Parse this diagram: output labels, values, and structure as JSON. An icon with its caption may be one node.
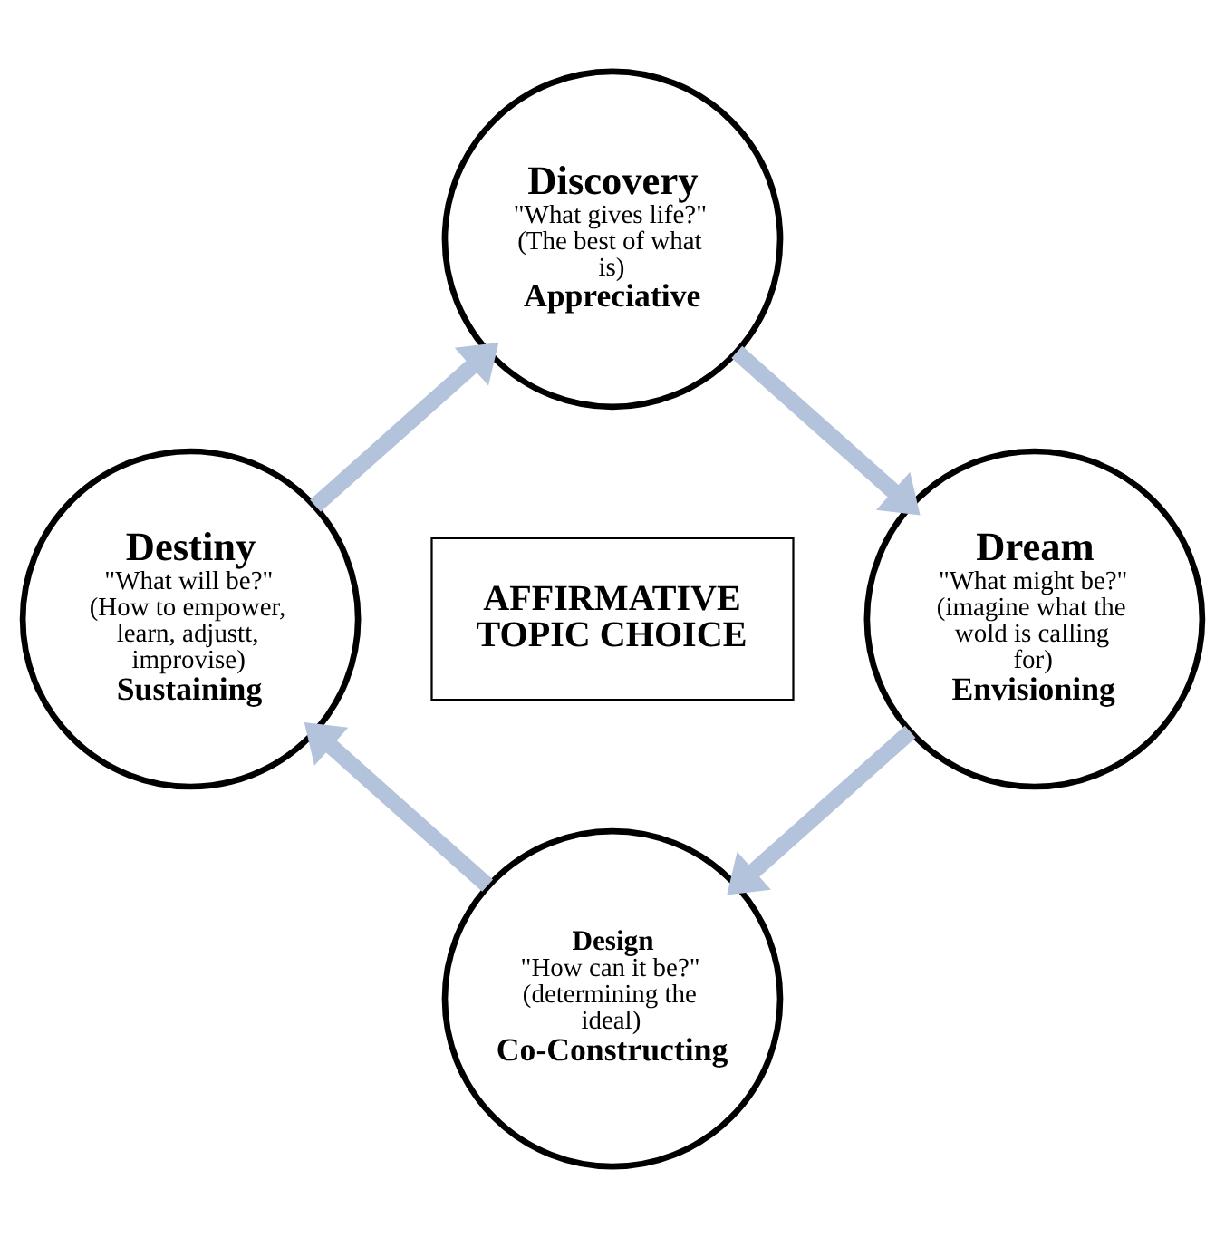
{
  "diagram": {
    "nodes": [
      {
        "text": [
          "Discovery",
          "\"What gives life?\"",
          "(The best of what is)",
          "Appreciative"
        ]
      },
      {
        "text": [
          "Dream",
          "\"What might be?\"",
          "(imagine what the wold is calling for)",
          "Envisioning"
        ]
      },
      {
        "text": [
          "Design",
          "\"How can it be?\"",
          "(determining the ideal)",
          "Co-Constructing"
        ]
      },
      {
        "text": [
          "Destiny",
          "\"What will be?\"",
          "(How to empower, learn, adjustt, improvise)",
          "Sustaining"
        ]
      },
      {
        "text": [
          "AFFIRMATIVE TOPIC CHOICE"
        ]
      }
    ],
    "edges": [
      {
        "from": 3,
        "to": 0,
        "arrow": "to"
      },
      {
        "from": 0,
        "to": 1,
        "arrow": "to"
      },
      {
        "from": 1,
        "to": 2,
        "arrow": "to"
      },
      {
        "from": 2,
        "to": 3,
        "arrow": "to"
      }
    ]
  }
}
